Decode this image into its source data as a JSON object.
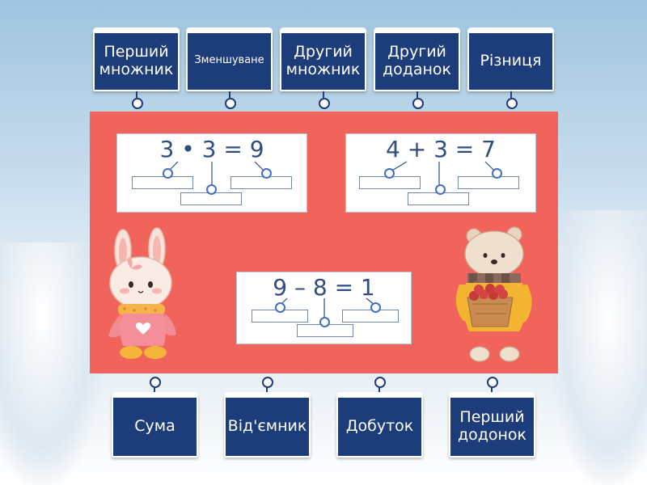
{
  "top_labels": [
    {
      "text": "Перший\nмножник"
    },
    {
      "text": "Зменшуване"
    },
    {
      "text": "Другий\nмножник"
    },
    {
      "text": "Другий\nдоданок"
    },
    {
      "text": "Різниця"
    }
  ],
  "bottom_labels": [
    {
      "text": "Сума"
    },
    {
      "text": "Від'ємник"
    },
    {
      "text": "Добуток"
    },
    {
      "text": "Перший\nдодонок"
    }
  ],
  "equations": [
    {
      "text": "3 • 3 = 9"
    },
    {
      "text": "4 + 3 = 7"
    },
    {
      "text": "9 – 8 = 1"
    }
  ],
  "colors": {
    "tile": "#1d3d7a",
    "board": "#f0645c",
    "equation": "#2f4d7e",
    "drop_target": "#3f6fc4"
  },
  "icons": [
    "bunny-illustration",
    "bear-illustration"
  ]
}
